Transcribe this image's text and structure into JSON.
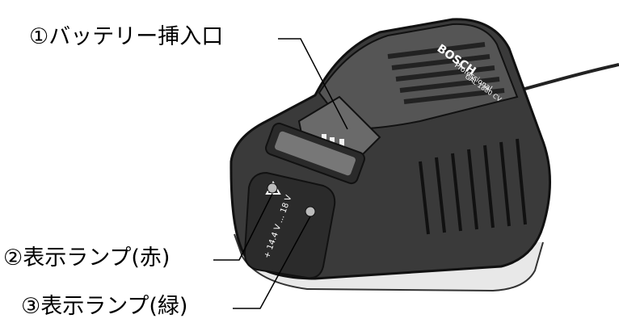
{
  "labels": {
    "battery_slot": "①バッテリー挿入口",
    "lamp_red": "②表示ランプ(赤)",
    "lamp_green": "③表示ランプ(緑)"
  },
  "device": {
    "brand": "BOSCH",
    "line": "Professional",
    "model": "GAL 1880 CV",
    "rating_text": "+ 14.4 V ... 18 V"
  }
}
